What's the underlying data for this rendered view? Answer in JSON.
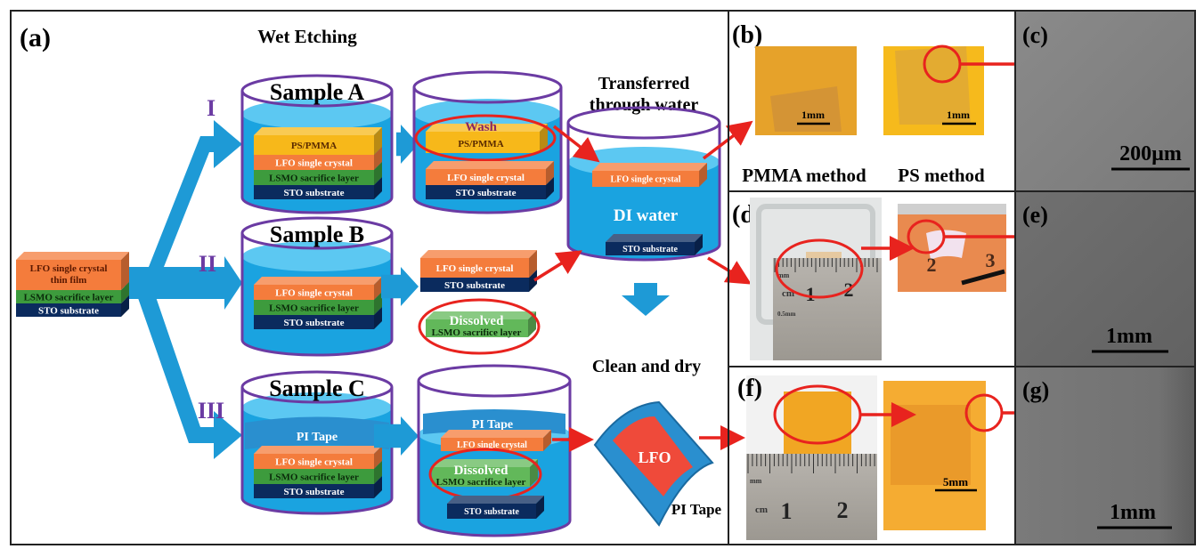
{
  "colors": {
    "lfo": "#f47c3c",
    "lsmo": "#3d9b3d",
    "sto": "#0b2b5e",
    "ps_pmma": "#f7b81a",
    "water": "#1aa3e0",
    "water_light": "#5cc8f2",
    "cylinder_outline": "#6b3ba3",
    "process_arrow": "#1e9ad6",
    "highlight_red": "#e8231e",
    "pi_tape": "#2a8fcf",
    "route_label": "#6b3ba3"
  },
  "panel_a": {
    "label": "(a)",
    "title": "Wet Etching",
    "routes": [
      "I",
      "II",
      "III"
    ],
    "start_stack": {
      "lfo_line1": "LFO single crystal",
      "lfo_line2": "thin film",
      "lsmo": "LSMO sacrifice layer",
      "sto": "STO substrate"
    },
    "sample_a": {
      "title": "Sample A",
      "ps": "PS/PMMA",
      "lfo": "LFO single crystal",
      "lsmo": "LSMO sacrifice layer",
      "sto": "STO substrate"
    },
    "wash": {
      "label": "Wash",
      "ps": "PS/PMMA",
      "lfo": "LFO single crystal",
      "sto": "STO substrate"
    },
    "sample_b": {
      "title": "Sample B",
      "lfo": "LFO single crystal",
      "lsmo": "LSMO sacrifice layer",
      "sto": "STO substrate"
    },
    "released_b": {
      "lfo": "LFO single crystal",
      "sto": "STO substrate",
      "dissolved": "Dissolved",
      "lsmo": "LSMO sacrifice layer"
    },
    "di_water": {
      "title_line1": "Transferred",
      "title_line2": "through water",
      "lfo": "LFO single crystal",
      "water": "DI water",
      "sto": "STO substrate"
    },
    "clean_dry": "Clean and dry",
    "sample_c": {
      "title": "Sample C",
      "pi": "PI Tape",
      "lfo": "LFO single crystal",
      "lsmo": "LSMO sacrifice layer",
      "sto": "STO substrate"
    },
    "etch_c": {
      "pi": "PI Tape",
      "lfo": "LFO single crystal",
      "dissolved": "Dissolved",
      "lsmo": "LSMO sacrifice layer",
      "sto": "STO substrate"
    },
    "tape": {
      "lfo": "LFO",
      "pi": "PI Tape"
    }
  },
  "panel_b": {
    "label": "(b)",
    "scale_left": "1mm",
    "scale_right": "1mm",
    "caption_left": "PMMA method",
    "caption_right": "PS method"
  },
  "panel_c": {
    "label": "(c)",
    "scale": "200µm"
  },
  "panel_d": {
    "label": "(d)",
    "ruler": {
      "mm": "mm",
      "cm": "cm",
      "n1": "1",
      "n2": "2",
      "half": "0.5mm"
    },
    "ruler2": {
      "n2": "2",
      "n3": "3"
    }
  },
  "panel_e": {
    "label": "(e)",
    "scale": "1mm"
  },
  "panel_f": {
    "label": "(f)",
    "ruler": {
      "mm": "mm",
      "cm": "cm",
      "n1": "1",
      "n2": "2"
    },
    "scale": "5mm"
  },
  "panel_g": {
    "label": "(g)",
    "scale": "1mm"
  }
}
